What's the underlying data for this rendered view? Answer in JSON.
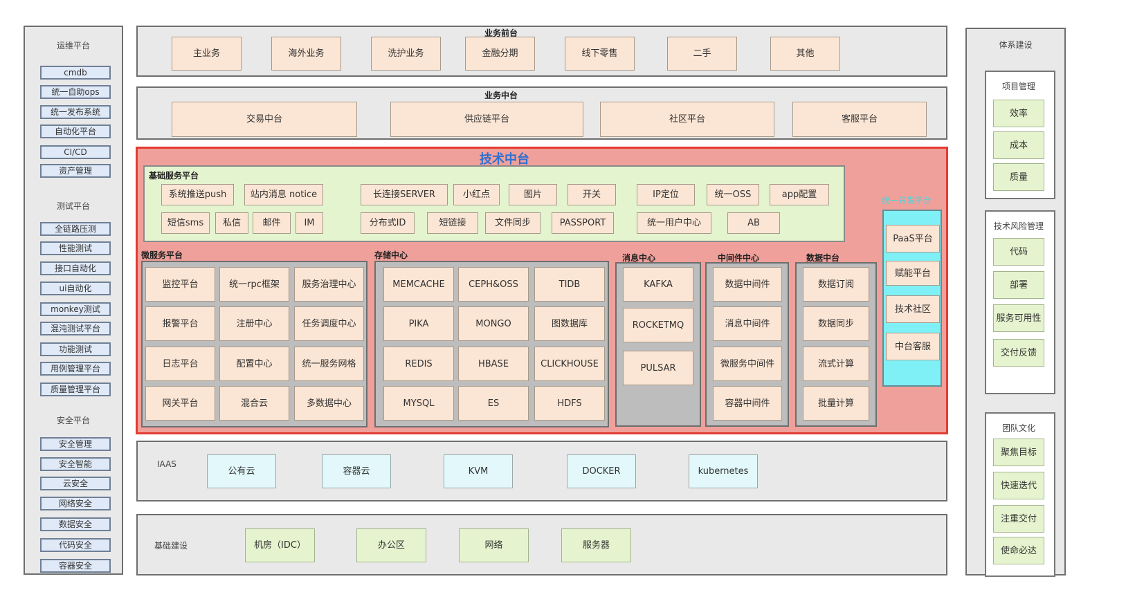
{
  "left_sidebar": {
    "ops_title": "运维平台",
    "ops_items": [
      "cmdb",
      "统一自助ops",
      "统一发布系统",
      "自动化平台",
      "CI/CD",
      "资产管理"
    ],
    "test_title": "测试平台",
    "test_items": [
      "全链路压测",
      "性能测试",
      "接口自动化",
      "ui自动化",
      "monkey测试",
      "混沌测试平台",
      "功能测试",
      "用例管理平台",
      "质量管理平台"
    ],
    "security_title": "安全平台",
    "security_items": [
      "安全管理",
      "安全智能",
      "云安全",
      "网络安全",
      "数据安全",
      "代码安全",
      "容器安全"
    ]
  },
  "front_platform": {
    "title": "业务前台",
    "items": [
      "主业务",
      "海外业务",
      "洗护业务",
      "金融分期",
      "线下零售",
      "二手",
      "其他"
    ]
  },
  "middle_platform": {
    "title": "业务中台",
    "items": [
      "交易中台",
      "供应链平台",
      "社区平台",
      "客服平台"
    ]
  },
  "tech_platform": {
    "title": "技术中台",
    "basic_services": {
      "title": "基础服务平台",
      "row1": [
        "系统推送push",
        "站内消息 notice",
        "长连接SERVER",
        "小红点",
        "图片",
        "开关",
        "IP定位",
        "统一OSS",
        "app配置"
      ],
      "row2": [
        "短信sms",
        "私信",
        "邮件",
        "IM",
        "分布式ID",
        "短链接",
        "文件同步",
        "PASSPORT",
        "统一用户中心",
        "AB"
      ]
    },
    "microservice": {
      "title": "微服务平台",
      "items": [
        "监控平台",
        "统一rpc框架",
        "服务治理中心",
        "报警平台",
        "注册中心",
        "任务调度中心",
        "日志平台",
        "配置中心",
        "统一服务网格",
        "网关平台",
        "混合云",
        "多数据中心"
      ]
    },
    "storage": {
      "title": "存储中心",
      "items": [
        "MEMCACHE",
        "CEPH&OSS",
        "TIDB",
        "PIKA",
        "MONGO",
        "图数据库",
        "REDIS",
        "HBASE",
        "CLICKHOUSE",
        "MYSQL",
        "ES",
        "HDFS"
      ]
    },
    "message": {
      "title": "消息中心",
      "items": [
        "KAFKA",
        "ROCKETMQ",
        "PULSAR"
      ]
    },
    "middleware": {
      "title": "中间件中心",
      "items": [
        "数据中间件",
        "消息中间件",
        "微服务中间件",
        "容器中间件"
      ]
    },
    "data": {
      "title": "数据中台",
      "items": [
        "数据订阅",
        "数据同步",
        "流式计算",
        "批量计算"
      ]
    },
    "unified": {
      "title": "统一开发平台",
      "items": [
        "PaaS平台",
        "赋能平台",
        "技术社区",
        "中台客服"
      ]
    }
  },
  "iaas": {
    "title": "IAAS",
    "items": [
      "公有云",
      "容器云",
      "KVM",
      "DOCKER",
      "kubernetes"
    ]
  },
  "infrastructure": {
    "title": "基础建设",
    "items": [
      "机房（IDC）",
      "办公区",
      "网络",
      "服务器"
    ]
  },
  "right_sidebar": {
    "title": "体系建设",
    "project": {
      "title": "项目管理",
      "items": [
        "效率",
        "成本",
        "质量"
      ]
    },
    "risk": {
      "title": "技术风险管理",
      "items": [
        "代码",
        "部署",
        "服务可用性",
        "交付反馈"
      ]
    },
    "culture": {
      "title": "团队文化",
      "items": [
        "聚焦目标",
        "快速迭代",
        "注重交付",
        "使命必达"
      ]
    }
  },
  "colors": {
    "tech_platform_bg": "#f0a09a",
    "tech_platform_border": "#e33b32",
    "tech_platform_title": "#2f6fd0",
    "peach": "#fbe5d4",
    "basic_services_bg": "#e4f4cf",
    "unified_bg": "#7ff0f5",
    "panel_bg": "#e9e9e9"
  }
}
